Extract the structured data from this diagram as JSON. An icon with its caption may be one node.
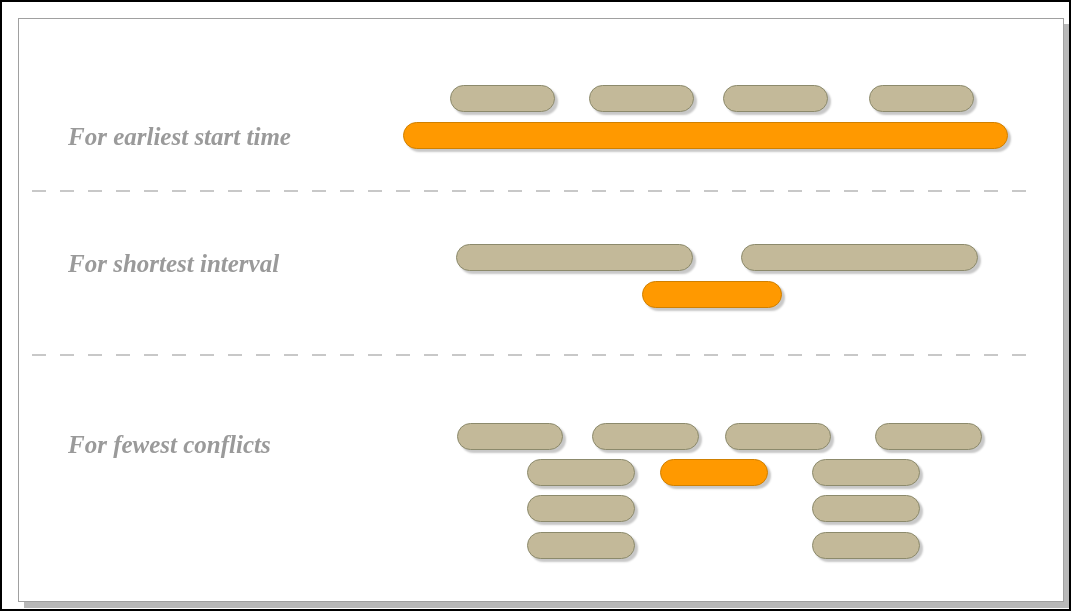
{
  "diagram": {
    "nodes": [
      {
        "text": [],
        "shape": "bar"
      },
      {
        "text": [],
        "shape": "bar"
      },
      {
        "text": [],
        "shape": "bar"
      },
      {
        "text": [],
        "shape": "bar"
      },
      {
        "text": [],
        "shape": "bar"
      },
      {
        "text": [],
        "shape": "bar"
      },
      {
        "text": [],
        "shape": "bar"
      },
      {
        "text": [],
        "shape": "bar"
      },
      {
        "text": [],
        "shape": "bar"
      },
      {
        "text": [],
        "shape": "bar"
      },
      {
        "text": [],
        "shape": "bar"
      },
      {
        "text": [],
        "shape": "bar"
      },
      {
        "text": [],
        "shape": "bar"
      },
      {
        "text": [],
        "shape": "bar"
      },
      {
        "text": [],
        "shape": "bar"
      },
      {
        "text": [],
        "shape": "bar"
      },
      {
        "text": [],
        "shape": "bar"
      },
      {
        "text": [],
        "shape": "bar"
      },
      {
        "text": [],
        "shape": "bar"
      }
    ],
    "labels": [
      "For earliest start time",
      "For shortest interval",
      "For fewest conflicts"
    ]
  }
}
